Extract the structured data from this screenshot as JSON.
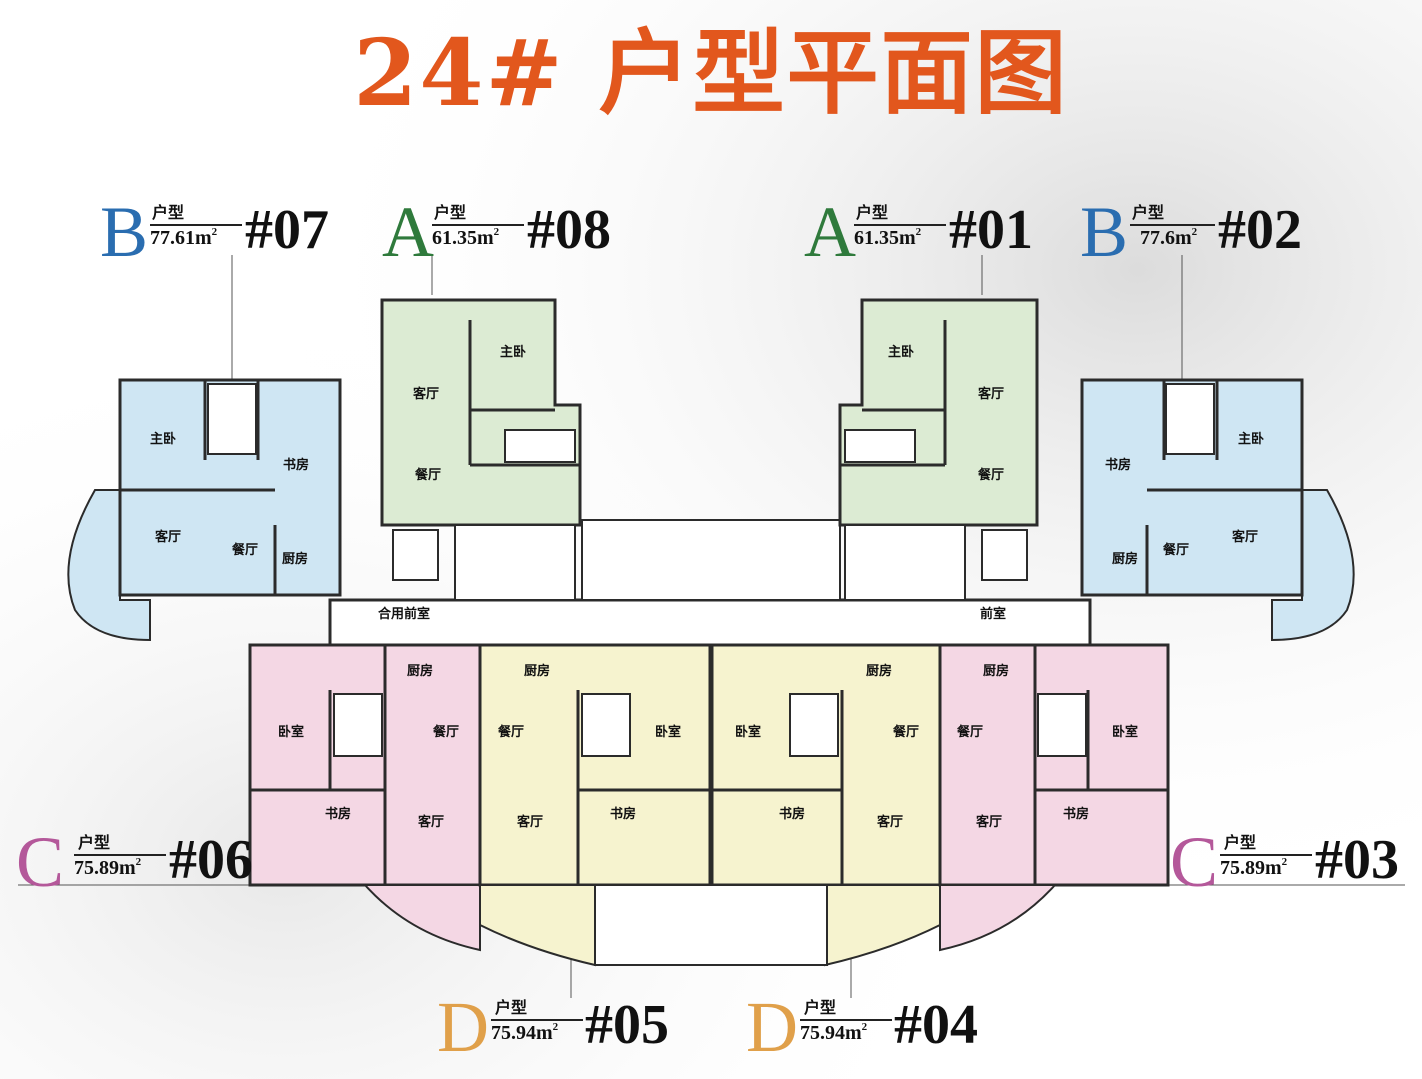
{
  "title": "24# 户型平面图",
  "colors": {
    "title": "#e2571d",
    "type_a": "#2f7a3c",
    "type_b": "#2a6db0",
    "type_c": "#b4589a",
    "type_d": "#e0a04a",
    "fill_a": "#dcebd3",
    "fill_b": "#cfe6f3",
    "fill_c": "#f4d7e4",
    "fill_d": "#f6f3cf",
    "wall": "#2b2b2b"
  },
  "unit_labels": [
    {
      "id": "07",
      "letter": "B",
      "kind": "户型",
      "area": "77.61m",
      "sup": "2",
      "num": "#07"
    },
    {
      "id": "08",
      "letter": "A",
      "kind": "户型",
      "area": "61.35m",
      "sup": "2",
      "num": "#08"
    },
    {
      "id": "01",
      "letter": "A",
      "kind": "户型",
      "area": "61.35m",
      "sup": "2",
      "num": "#01"
    },
    {
      "id": "02",
      "letter": "B",
      "kind": "户型",
      "area": "77.6m",
      "sup": "2",
      "num": "#02"
    },
    {
      "id": "06",
      "letter": "C",
      "kind": "户型",
      "area": "75.89m",
      "sup": "2",
      "num": "#06"
    },
    {
      "id": "03",
      "letter": "C",
      "kind": "户型",
      "area": "75.89m",
      "sup": "2",
      "num": "#03"
    },
    {
      "id": "05",
      "letter": "D",
      "kind": "户型",
      "area": "75.94m",
      "sup": "2",
      "num": "#05"
    },
    {
      "id": "04",
      "letter": "D",
      "kind": "户型",
      "area": "75.94m",
      "sup": "2",
      "num": "#04"
    }
  ],
  "rooms": {
    "b07": {
      "master": "主卧",
      "study": "书房",
      "living": "客厅",
      "dining": "餐厅",
      "kitchen": "厨房"
    },
    "a08": {
      "master": "主卧",
      "living": "客厅",
      "dining": "餐厅"
    },
    "a01": {
      "master": "主卧",
      "living": "客厅",
      "dining": "餐厅"
    },
    "b02": {
      "master": "主卧",
      "study": "书房",
      "living": "客厅",
      "dining": "餐厅",
      "kitchen": "厨房"
    },
    "c06": {
      "kitchen": "厨房",
      "bedroom": "卧室",
      "dining": "餐厅",
      "study": "书房",
      "living": "客厅"
    },
    "d05": {
      "kitchen": "厨房",
      "dining": "餐厅",
      "bedroom": "卧室",
      "living": "客厅",
      "study": "书房"
    },
    "d04": {
      "kitchen": "厨房",
      "bedroom": "卧室",
      "dining": "餐厅",
      "study": "书房",
      "living": "客厅"
    },
    "c03": {
      "kitchen": "厨房",
      "dining": "餐厅",
      "bedroom": "卧室",
      "living": "客厅",
      "study": "书房"
    }
  },
  "common": {
    "shared_lobby": "合用前室",
    "lobby": "前室"
  }
}
